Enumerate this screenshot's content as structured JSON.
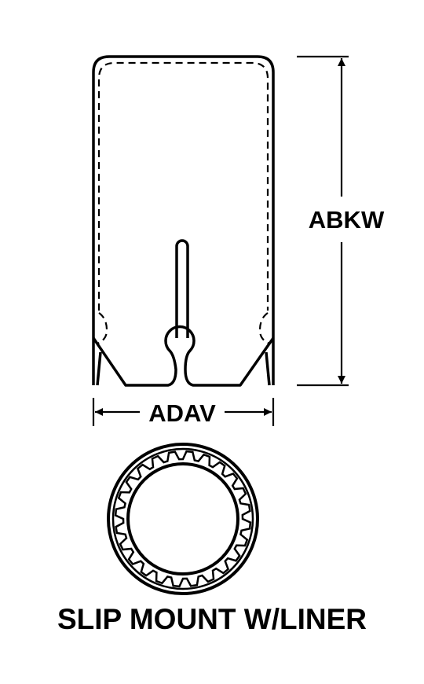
{
  "dimensions": {
    "height_label": "ABKW",
    "width_label": "ADAV"
  },
  "caption": "SLIP MOUNT W/LINER",
  "colors": {
    "line": "#000000",
    "background": "#ffffff"
  }
}
